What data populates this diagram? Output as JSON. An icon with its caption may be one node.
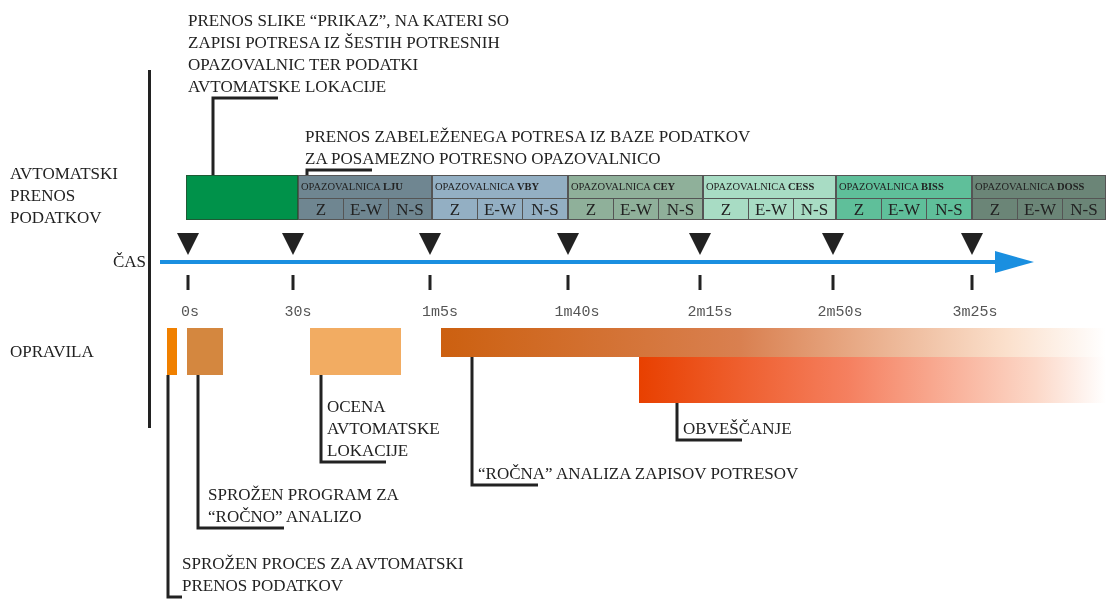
{
  "diagram": {
    "nodes": [
      {
        "text": [
          "PRENOS SLIKE “PRIKAZ”, NA KATERI SO ZAPISI POTRESA IZ ŠESTIH POTRESNIH OPAZOVALNIC TER PODATKI AVTOMATSKE LOKACIJE"
        ]
      },
      {
        "text": [],
        "shape": "box"
      },
      {
        "text": [
          "PRENOS ZABELEŽENEGA POTRESA IZ BAZE PODATKOV ZA POSAMEZNO POTRESNO OPAZOVALNICO"
        ]
      },
      {
        "text": [
          "OPAZOVALNICA **LJU**"
        ]
      },
      {
        "text": [
          "Z"
        ],
        "in": 3
      },
      {
        "text": [
          "E-W"
        ],
        "in": 3
      },
      {
        "text": [
          "N-S"
        ],
        "in": 3
      },
      {
        "text": [
          "OPAZOVALNICA **VBY**"
        ]
      },
      {
        "text": [
          "Z"
        ],
        "in": 7
      },
      {
        "text": [
          "E-W"
        ],
        "in": 7
      },
      {
        "text": [
          "N-S"
        ],
        "in": 7
      },
      {
        "text": [
          "OPAZOVALNICA **CEY**"
        ]
      },
      {
        "text": [
          "Z"
        ],
        "in": 11
      },
      {
        "text": [
          "E-W"
        ],
        "in": 11
      },
      {
        "text": [
          "N-S"
        ],
        "in": 11
      },
      {
        "text": [
          "OPAZOVALNICA **CESS**"
        ]
      },
      {
        "text": [
          "Z"
        ],
        "in": 15
      },
      {
        "text": [
          "E-W"
        ],
        "in": 15
      },
      {
        "text": [
          "N-S"
        ],
        "in": 15
      },
      {
        "text": [
          "OPAZOVALNICA **BISS**"
        ]
      },
      {
        "text": [
          "Z"
        ],
        "in": 19
      },
      {
        "text": [
          "E-W"
        ],
        "in": 19
      },
      {
        "text": [
          "N-S"
        ],
        "in": 19
      },
      {
        "text": [
          "OPAZOVALNICA **DOSS**"
        ]
      },
      {
        "text": [
          "Z"
        ],
        "in": 23
      },
      {
        "text": [
          "E-W"
        ],
        "in": 23
      },
      {
        "text": [
          "N-S"
        ],
        "in": 23
      },
      {
        "text": [],
        "shape": "bar"
      },
      {
        "text": [],
        "shape": "bar"
      },
      {
        "text": [],
        "shape": "bar"
      },
      {
        "text": [],
        "shape": "bar"
      },
      {
        "text": [],
        "shape": "bar"
      },
      {
        "text": [
          "OBVEŠČANJE"
        ]
      },
      {
        "text": [
          "OCENA AVTOMATSKE LOKACIJE"
        ]
      },
      {
        "text": [
          "“ROČNA” ANALIZA ZAPISOV POTRESOV"
        ]
      },
      {
        "text": [
          "SPROŽEN PROGRAM ZA “ROČNO” ANALIZO"
        ]
      },
      {
        "text": [
          "SPROŽEN PROCES ZA AVTOMATSKI PRENOS PODATKOV"
        ]
      }
    ],
    "edges": [
      {
        "from": 0,
        "to": 1,
        "arrow": "none"
      },
      {
        "from": 2,
        "to": 3,
        "arrow": "none"
      },
      {
        "from": 32,
        "to": 31,
        "arrow": "none"
      },
      {
        "from": 33,
        "to": 29,
        "arrow": "none"
      },
      {
        "from": 34,
        "to": 30,
        "arrow": "none"
      },
      {
        "from": 35,
        "to": 28,
        "arrow": "none"
      },
      {
        "from": 36,
        "to": 27,
        "arrow": "none"
      }
    ],
    "labels": [
      "AVTOMATSKI PRENOS PODATKOV",
      "ČAS",
      "OPRAVILA",
      "0s",
      "30s",
      "1m5s",
      "1m40s",
      "2m15s",
      "2m50s",
      "3m25s"
    ]
  }
}
